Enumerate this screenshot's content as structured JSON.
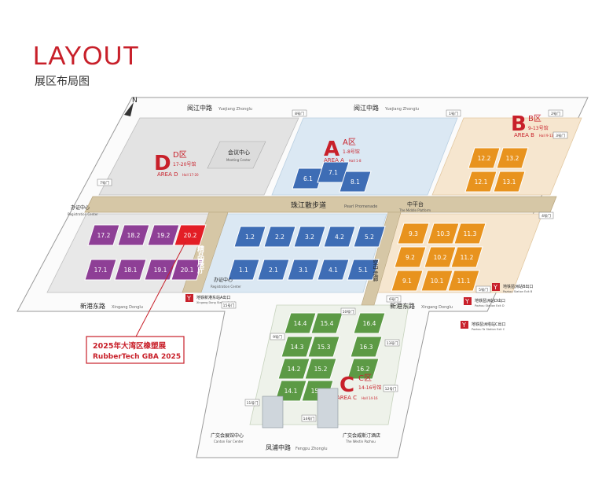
{
  "header": {
    "title": "LAYOUT",
    "subtitle": "展区布局图"
  },
  "colors": {
    "accent": "#c8202a",
    "area_a_bg": "#dbe8f3",
    "area_b_bg": "#f6e6cf",
    "area_d_bg": "#e3e3e3",
    "hall_blue": "#3e6db5",
    "hall_purple": "#8e3f96",
    "hall_orange": "#e8931e",
    "hall_green": "#5c9a45",
    "hall_red": "#e31e26",
    "promenade": "#d6c7a6"
  },
  "compass": {
    "label": "N"
  },
  "roads": {
    "top_left": {
      "cn": "阅江中路",
      "en": "Yuejiang Zhonglu"
    },
    "top_right": {
      "cn": "阅江中路",
      "en": "Yuejiang Zhonglu"
    },
    "bottom_left": {
      "cn": "新港东路",
      "en": "Xingang Donglu"
    },
    "bottom_right": {
      "cn": "新港东路",
      "en": "Xingang Donglu"
    },
    "bottom": {
      "cn": "凤浦中路",
      "en": "Fengpu Zhonglu"
    },
    "promenade": {
      "cn": "珠江散步道",
      "en": "Pearl Promenade"
    },
    "middle_platform": {
      "cn": "中平台",
      "en": "The Middle Platform"
    }
  },
  "areas": {
    "a": {
      "letter": "A",
      "cn": "A区",
      "halls": "1-8号馆",
      "en": "AREA A",
      "en_halls": "Hall 1-8"
    },
    "b": {
      "letter": "B",
      "cn": "B区",
      "halls": "9-13号馆",
      "en": "AREA B",
      "en_halls": "Hall 9-13"
    },
    "c": {
      "letter": "C",
      "cn": "C区",
      "halls": "14-16号馆",
      "en": "AREA C",
      "en_halls": "Hall 14-16"
    },
    "d": {
      "letter": "D",
      "cn": "D区",
      "halls": "17-20号馆",
      "en": "AREA D",
      "en_halls": "Hall 17-20"
    }
  },
  "places": {
    "meeting_center": {
      "cn": "会议中心",
      "en": "Meeting Center"
    },
    "registration_left": {
      "cn": "办证中心",
      "en": "Registration Center"
    },
    "registration_bottom": {
      "cn": "办证中心",
      "en": "Registration Center"
    },
    "exhibition_hall": "精品展厅",
    "connecting_left": "连廊",
    "connecting_right": "空中走廊",
    "canton_tower_center": {
      "cn": "广交会展馆中心",
      "en": "Canton Fair Center"
    },
    "west_plaza": {
      "cn": "广交会威斯汀酒店",
      "en": "The Westin Pazhou"
    },
    "metro_a": {
      "cn": "地铁新港东站A出口",
      "en": "Xingang Dong Station Exit A"
    },
    "metro_pazhou": {
      "cn": "地铁琶洲站B出口",
      "en": "Pazhou Station Exit B"
    },
    "metro_pazhou_d": {
      "cn": "地铁琶洲站D出口",
      "en": "Pazhou Station Exit D"
    },
    "metro_tower": {
      "cn": "地铁琶洲塔站C出口",
      "en": "Pazhou Ta Station Exit C"
    }
  },
  "gates": [
    "7号门",
    "8号门",
    "1号门",
    "2号门",
    "3号门",
    "4号门",
    "5号门",
    "6号门",
    "9号门",
    "10号门",
    "11号门",
    "12号门",
    "13号门",
    "14号门",
    "15号门"
  ],
  "halls": {
    "a": [
      {
        "id": "6.1"
      },
      {
        "id": "7.1"
      },
      {
        "id": "8.1"
      },
      {
        "id": "1.2"
      },
      {
        "id": "2.2"
      },
      {
        "id": "3.2"
      },
      {
        "id": "4.2"
      },
      {
        "id": "5.2"
      },
      {
        "id": "1.1"
      },
      {
        "id": "2.1"
      },
      {
        "id": "3.1"
      },
      {
        "id": "4.1"
      },
      {
        "id": "5.1"
      }
    ],
    "b": [
      {
        "id": "12.2"
      },
      {
        "id": "13.2"
      },
      {
        "id": "12.1"
      },
      {
        "id": "13.1"
      },
      {
        "id": "9.3"
      },
      {
        "id": "10.3"
      },
      {
        "id": "11.3"
      },
      {
        "id": "9.2"
      },
      {
        "id": "10.2"
      },
      {
        "id": "11.2"
      },
      {
        "id": "9.1"
      },
      {
        "id": "10.1"
      },
      {
        "id": "11.1"
      }
    ],
    "c": [
      {
        "id": "14.4"
      },
      {
        "id": "15.4"
      },
      {
        "id": "16.4"
      },
      {
        "id": "14.3"
      },
      {
        "id": "15.3"
      },
      {
        "id": "16.3"
      },
      {
        "id": "14.2"
      },
      {
        "id": "15.2"
      },
      {
        "id": "16.2"
      },
      {
        "id": "14.1"
      },
      {
        "id": "15.1"
      }
    ],
    "d": [
      {
        "id": "17.2"
      },
      {
        "id": "18.2"
      },
      {
        "id": "19.2"
      },
      {
        "id": "20.2",
        "highlight": true
      },
      {
        "id": "17.1"
      },
      {
        "id": "18.1"
      },
      {
        "id": "19.1"
      },
      {
        "id": "20.1"
      }
    ]
  },
  "callout": {
    "line1": "2025年大湾区橡塑展",
    "line2": "RubberTech GBA 2025"
  }
}
